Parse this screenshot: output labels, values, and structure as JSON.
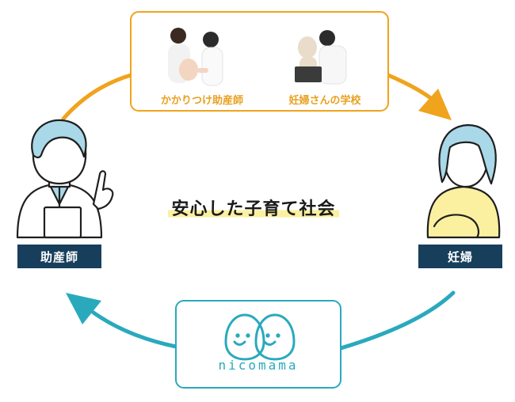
{
  "center_title": "安心した子育て社会",
  "nodes": {
    "midwife": {
      "label": "助産師"
    },
    "pregnant": {
      "label": "妊婦"
    }
  },
  "top_box": {
    "items": [
      {
        "caption": "かかりつけ助産師"
      },
      {
        "caption": "妊婦さんの学校"
      }
    ]
  },
  "bottom_box": {
    "brand": "nicomama"
  },
  "colors": {
    "orange": "#f0a31c",
    "teal": "#2aa9bd",
    "navy": "#173f5c",
    "skin": "#ffffff",
    "hair": "#a9d8e8",
    "yellow": "#fbf0a0"
  }
}
